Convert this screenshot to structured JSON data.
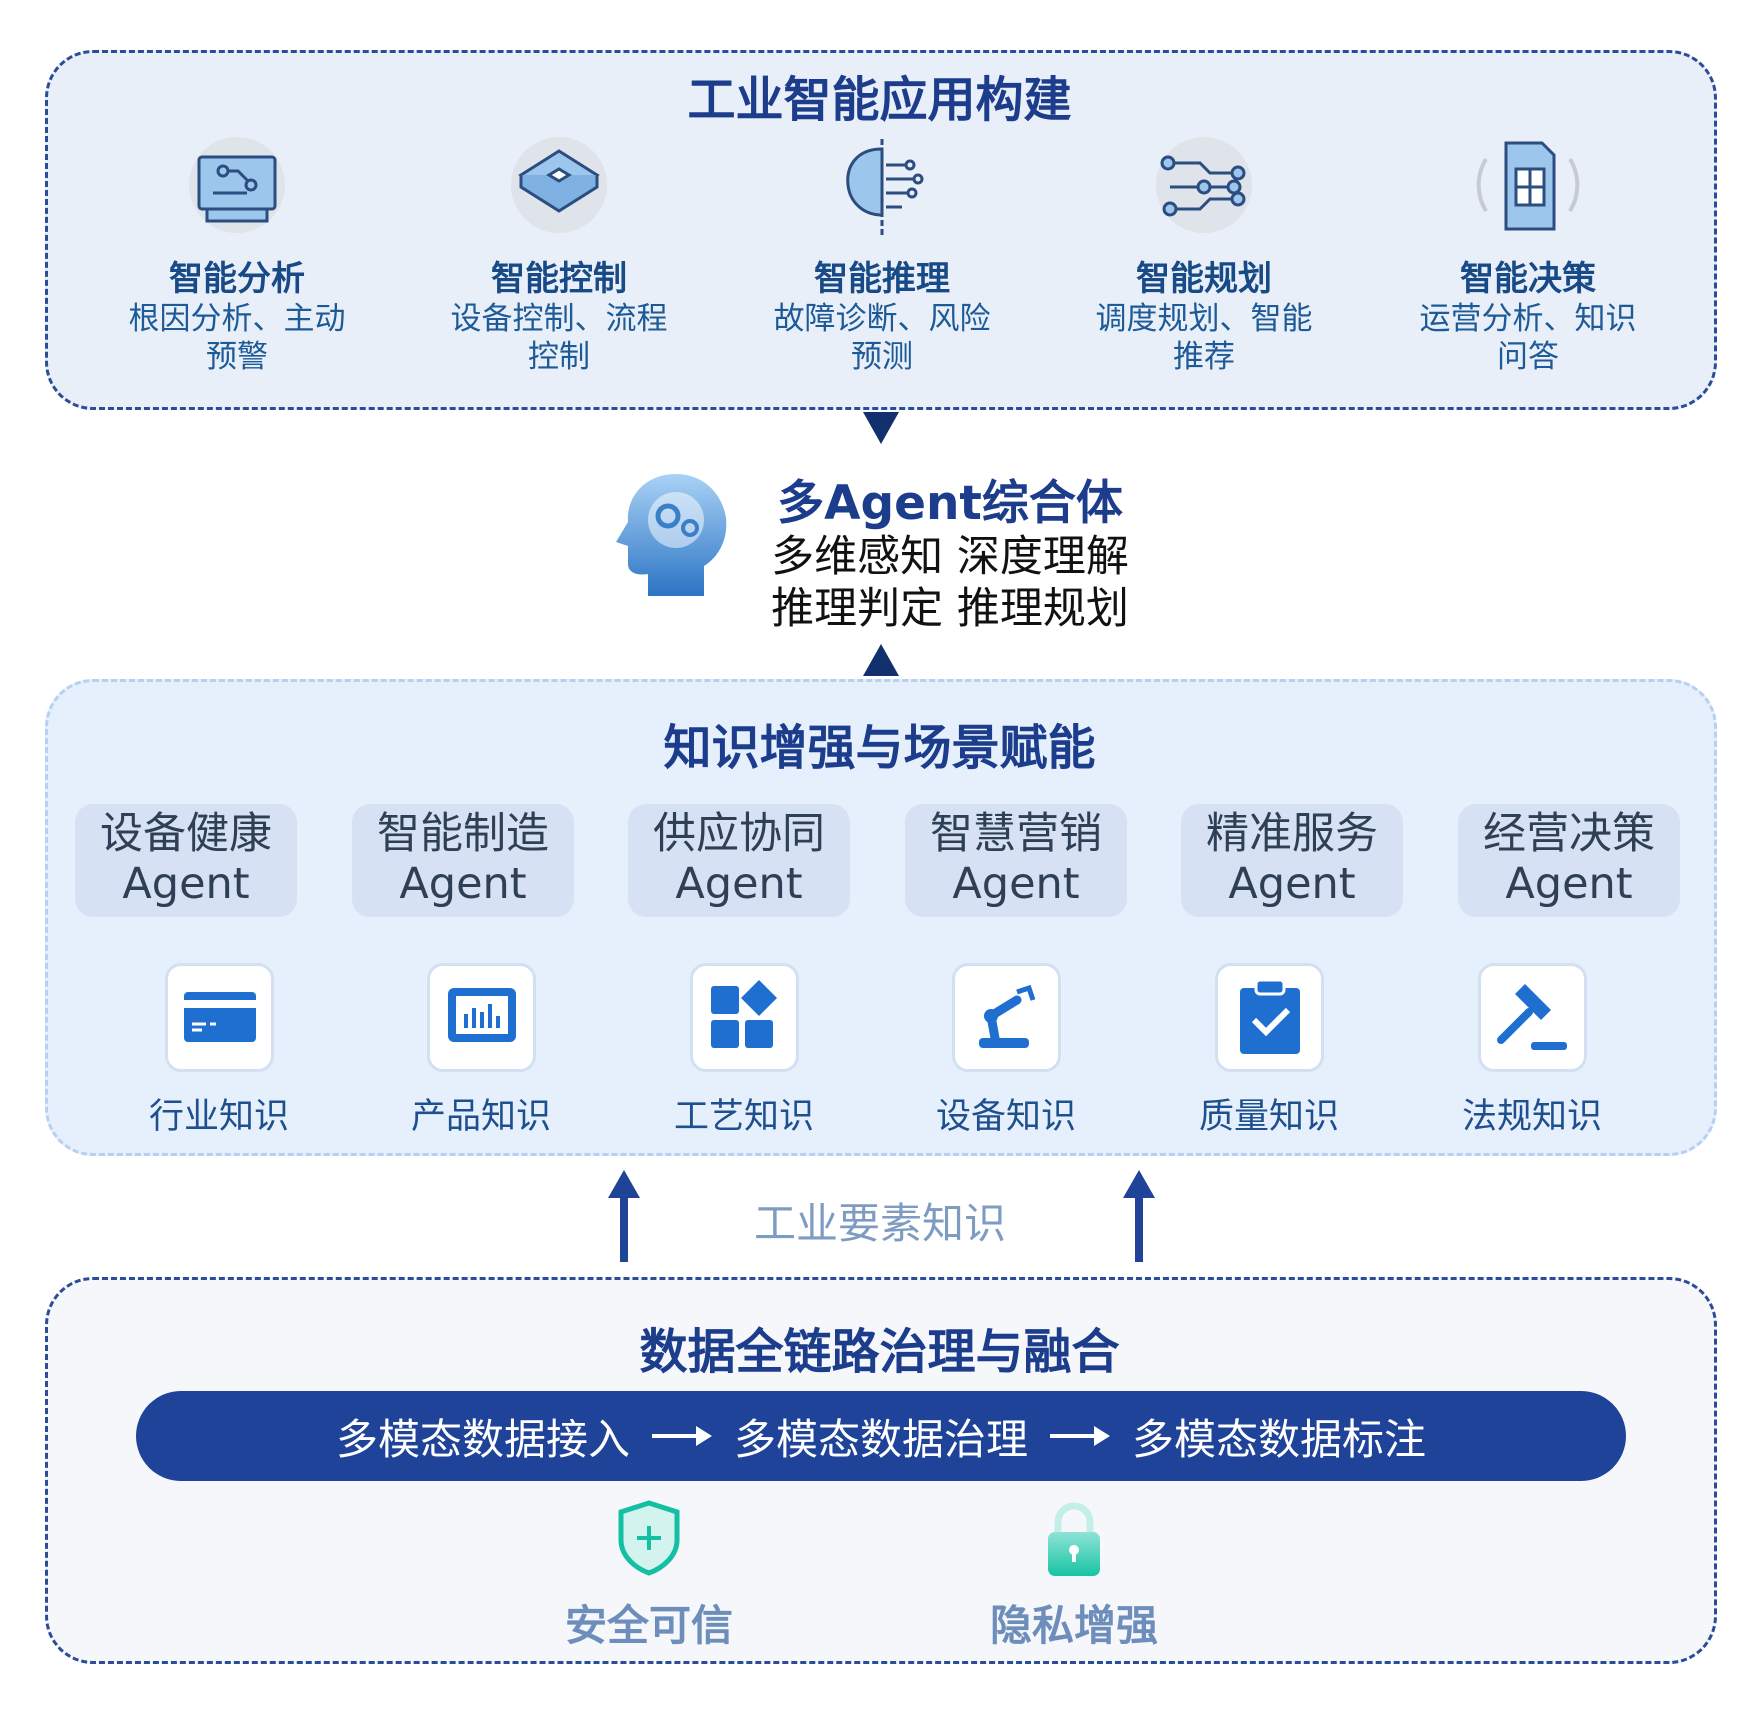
{
  "top": {
    "title": "工业智能应用构建",
    "items": [
      {
        "icon": "circuit-board-icon",
        "title": "智能分析",
        "desc1": "根因分析、主动",
        "desc2": "预警"
      },
      {
        "icon": "chip-icon",
        "title": "智能控制",
        "desc1": "设备控制、流程",
        "desc2": "控制"
      },
      {
        "icon": "brain-circuit-icon",
        "title": "智能推理",
        "desc1": "故障诊断、风险",
        "desc2": "预测"
      },
      {
        "icon": "network-nodes-icon",
        "title": "智能规划",
        "desc1": "调度规划、智能",
        "desc2": "推荐"
      },
      {
        "icon": "sim-card-icon",
        "title": "智能决策",
        "desc1": "运营分析、知识",
        "desc2": "问答"
      }
    ]
  },
  "agent": {
    "title": "多Agent综合体",
    "line1": "多维感知 深度理解",
    "line2": "推理判定 推理规划"
  },
  "middle": {
    "title": "知识增强与场景赋能",
    "agents": [
      {
        "name": "设备健康",
        "suffix": "Agent"
      },
      {
        "name": "智能制造",
        "suffix": "Agent"
      },
      {
        "name": "供应协同",
        "suffix": "Agent"
      },
      {
        "name": "智慧营销",
        "suffix": "Agent"
      },
      {
        "name": "精准服务",
        "suffix": "Agent"
      },
      {
        "name": "经营决策",
        "suffix": "Agent"
      }
    ],
    "knowledge": [
      {
        "icon": "card-icon",
        "label": "行业知识"
      },
      {
        "icon": "chart-icon",
        "label": "产品知识"
      },
      {
        "icon": "blocks-icon",
        "label": "工艺知识"
      },
      {
        "icon": "robot-arm-icon",
        "label": "设备知识"
      },
      {
        "icon": "clipboard-check-icon",
        "label": "质量知识"
      },
      {
        "icon": "gavel-icon",
        "label": "法规知识"
      }
    ]
  },
  "connector": {
    "label": "工业要素知识"
  },
  "bottom": {
    "title": "数据全链路治理与融合",
    "steps": [
      "多模态数据接入",
      "多模态数据治理",
      "多模态数据标注"
    ],
    "features": [
      {
        "icon": "shield-icon",
        "label": "安全可信"
      },
      {
        "icon": "lock-icon",
        "label": "隐私增强"
      }
    ]
  },
  "colors": {
    "primary": "#1e4399",
    "title": "#1c3c8c",
    "teal": "#19c4a8"
  }
}
